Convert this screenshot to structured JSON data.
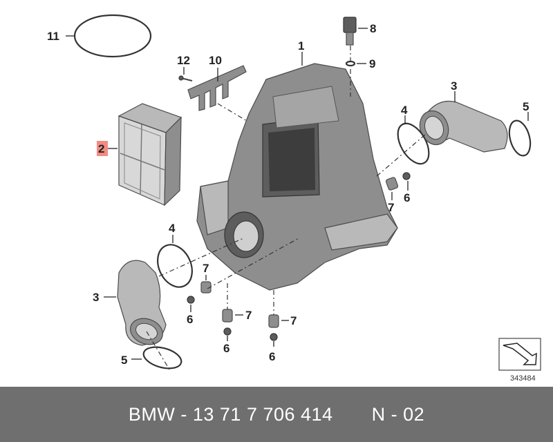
{
  "diagram": {
    "callouts": {
      "c1": "1",
      "c2": "2",
      "c3a": "3",
      "c3b": "3",
      "c4a": "4",
      "c4b": "4",
      "c5a": "5",
      "c5b": "5",
      "c6a": "6",
      "c6b": "6",
      "c6c": "6",
      "c6d": "6",
      "c7a": "7",
      "c7b": "7",
      "c7c": "7",
      "c7d": "7",
      "c8": "8",
      "c9": "9",
      "c10": "10",
      "c11": "11",
      "c12": "12"
    },
    "highlighted_callout_color": "#f28b82",
    "reference_number": "343484"
  },
  "footer": {
    "brand": "BMW",
    "separator": "-",
    "part_number": "13 71 7 706 414",
    "position": "N - 02"
  },
  "colors": {
    "footer_bg": "#6f6f6f",
    "part_grey": "#8e8e8e"
  }
}
